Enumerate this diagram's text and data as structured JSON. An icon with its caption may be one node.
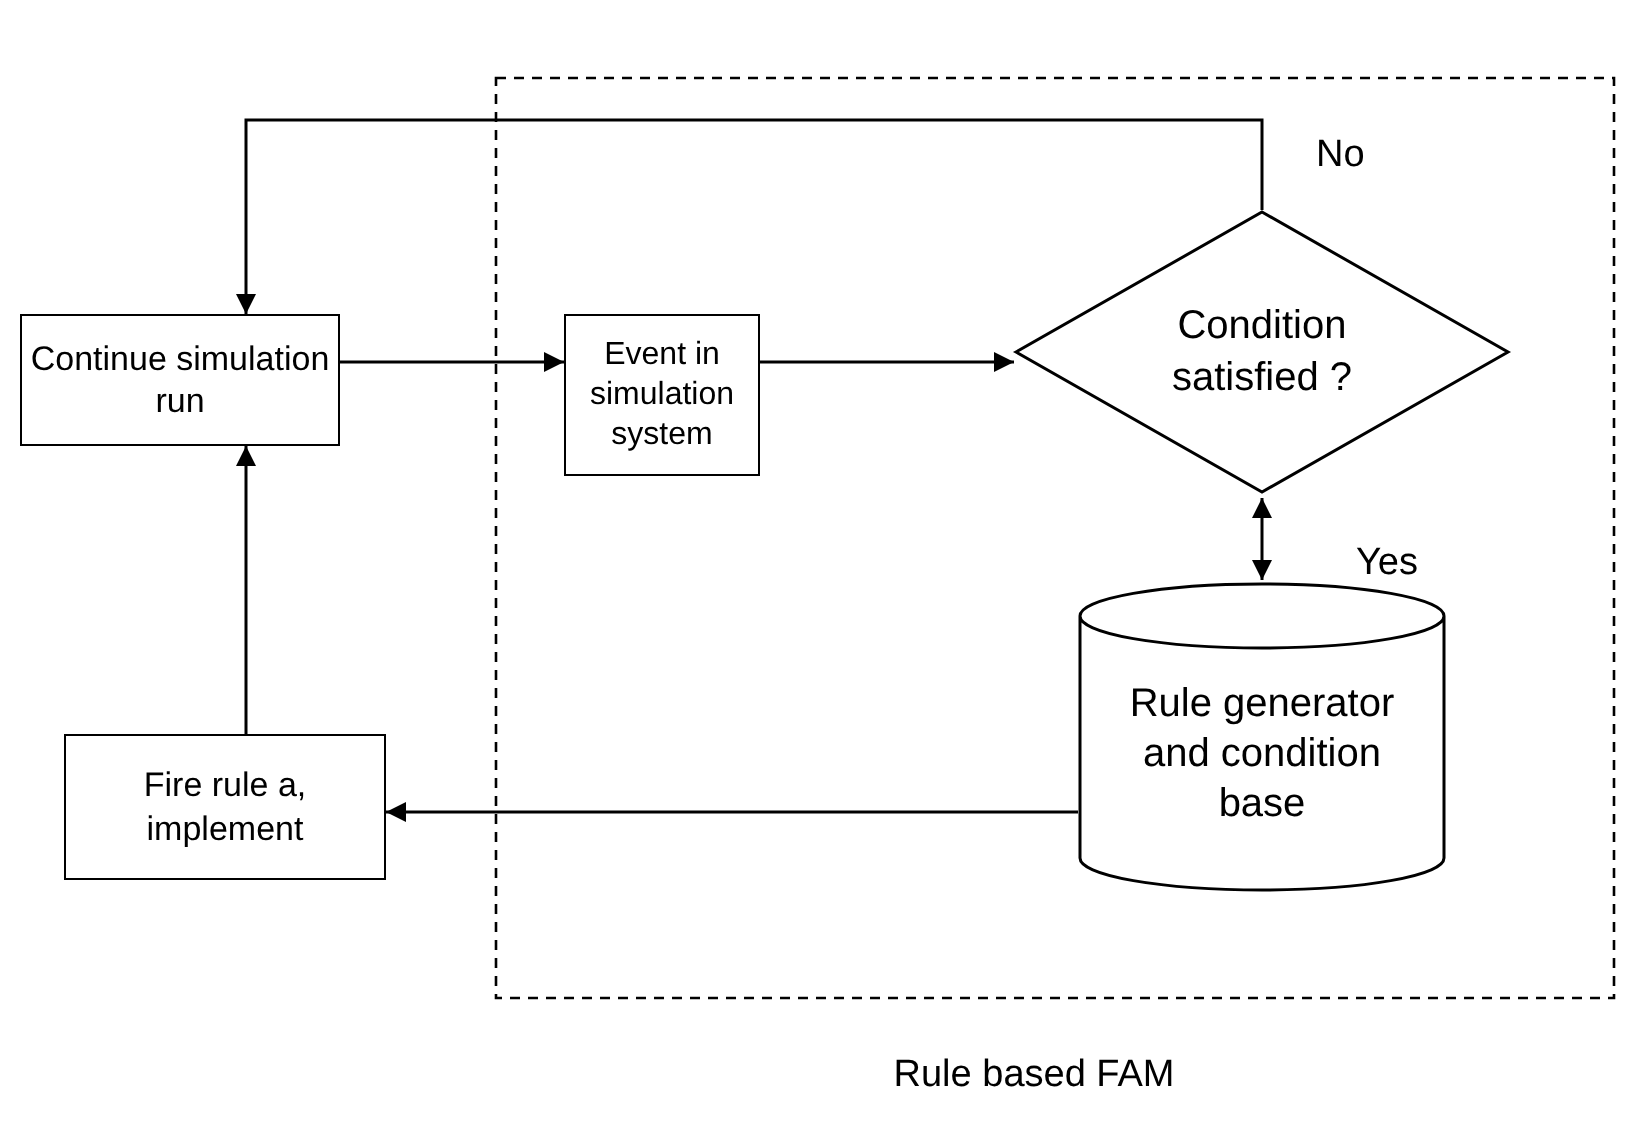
{
  "diagram": {
    "nodes": [
      {
        "text": [
          "Rule based FAM"
        ]
      },
      {
        "text": [
          "Continue simulation run"
        ]
      },
      {
        "text": [
          "Event in simulation system"
        ],
        "in": 0
      },
      {
        "text": [
          "Condition satisfied ?"
        ],
        "in": 0
      },
      {
        "text": [
          "Rule generator and condition base"
        ],
        "in": 0
      },
      {
        "text": [
          "Fire rule a, implement"
        ]
      }
    ],
    "edges": [
      {
        "from": 1,
        "to": 2,
        "arrow": "to"
      },
      {
        "from": 2,
        "to": 3,
        "arrow": "to"
      },
      {
        "from": 3,
        "to": 1,
        "arrow": "to",
        "label": "No"
      },
      {
        "from": 3,
        "to": 4,
        "arrow": "both",
        "label": "Yes"
      },
      {
        "from": 4,
        "to": 5,
        "arrow": "to"
      },
      {
        "from": 5,
        "to": 1,
        "arrow": "to"
      }
    ]
  }
}
